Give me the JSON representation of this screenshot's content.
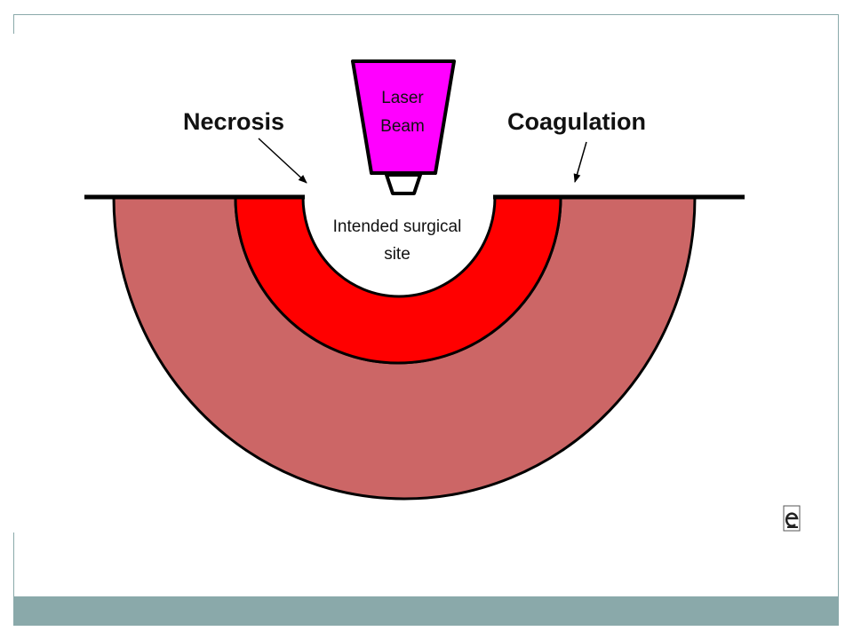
{
  "labels": {
    "necrosis": "Necrosis",
    "coagulation": "Coagulation",
    "laser_line1": "Laser",
    "laser_line2": "Beam",
    "site_line1": "Intended surgical",
    "site_line2": "site"
  },
  "colors": {
    "coagulation_zone": "#cc6666",
    "necrosis_zone": "#ff0000",
    "laser_beam": "#ff00ff",
    "outline": "#000000",
    "frame": "#8aa9aa"
  },
  "icons": {
    "corner_mark": "e-logo-icon"
  }
}
